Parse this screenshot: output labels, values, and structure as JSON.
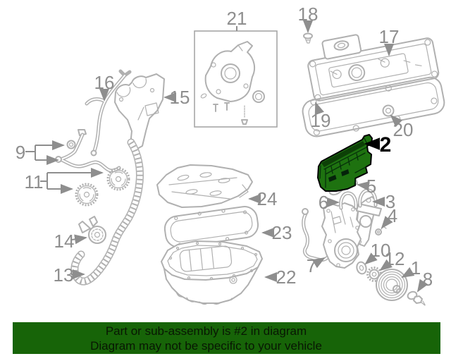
{
  "diagram": {
    "title_note": "engine parts exploded diagram",
    "highlighted_part_number": "2",
    "labels": [
      "1",
      "2",
      "3",
      "4",
      "5",
      "6",
      "7",
      "8",
      "9",
      "10",
      "11",
      "12",
      "13",
      "14",
      "15",
      "16",
      "17",
      "18",
      "19",
      "20",
      "21",
      "22",
      "23",
      "24"
    ]
  },
  "banner": {
    "line1": "Part or sub-assembly is #2 in diagram",
    "line2": "Diagram may not be specific to your vehicle"
  },
  "colors": {
    "banner_green": "#176408",
    "highlight_green": "#1e7210",
    "highlight_shade": "#0d4007",
    "art_gray": "#b0b0b0",
    "label_gray": "#8e8e8e"
  }
}
